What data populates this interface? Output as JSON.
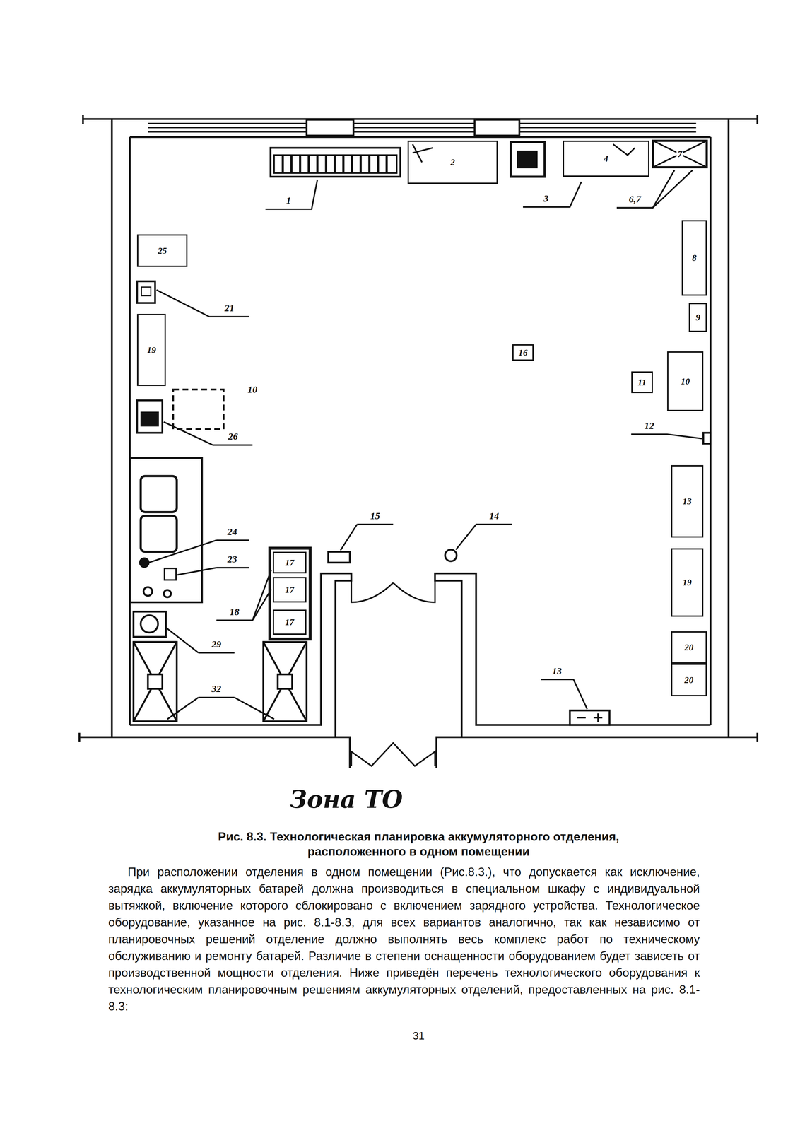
{
  "diagram": {
    "caption": "Рис. 8.3. Технологическая планировка аккумуляторного отделения, расположенного в одном помещении",
    "nodes": [
      {
        "text": [
          "2"
        ]
      },
      {
        "text": [
          "4"
        ]
      },
      {
        "text": [
          "7"
        ]
      },
      {
        "text": [
          "25"
        ]
      },
      {
        "text": [
          "19"
        ]
      },
      {
        "text": [
          "8"
        ]
      },
      {
        "text": [
          "9"
        ]
      },
      {
        "text": [
          "10"
        ]
      },
      {
        "text": [
          "11"
        ]
      },
      {
        "text": [
          "13"
        ]
      },
      {
        "text": [
          "19"
        ]
      },
      {
        "text": [
          "20"
        ]
      },
      {
        "text": [
          "20"
        ]
      },
      {
        "text": [
          "17"
        ]
      },
      {
        "text": [
          "17"
        ]
      },
      {
        "text": [
          "17"
        ]
      },
      {
        "text": [
          "16"
        ]
      }
    ],
    "labels": [
      "1",
      "3",
      "6,7",
      "21",
      "26",
      "10",
      "12",
      "15",
      "14",
      "24",
      "23",
      "18",
      "29",
      "32",
      "13",
      "Зона ТО",
      "При расположении отделения в одном помещении (Рис.8.3.), что допускается как исключение, зарядка аккумуляторных батарей должна производиться в специальном шкафу с индивидуальной вытяжкой, включение которого сблокировано с включением зарядного устройства. Технологическое оборудование, указанное на рис. 8.1-8.3, для всех вариантов аналогично, так как независимо от планировочных решений отделение должно выполнять весь комплекс работ по техническому обслуживанию и ремонту батарей. Различие в степени оснащенности оборудованием будет зависеть от производственной мощности отделения. Ниже приведён перечень технологического оборудования к технологическим планировочным решениям аккумуляторных отделений, предоставленных на рис. 8.1-8.3:",
      "31"
    ]
  }
}
